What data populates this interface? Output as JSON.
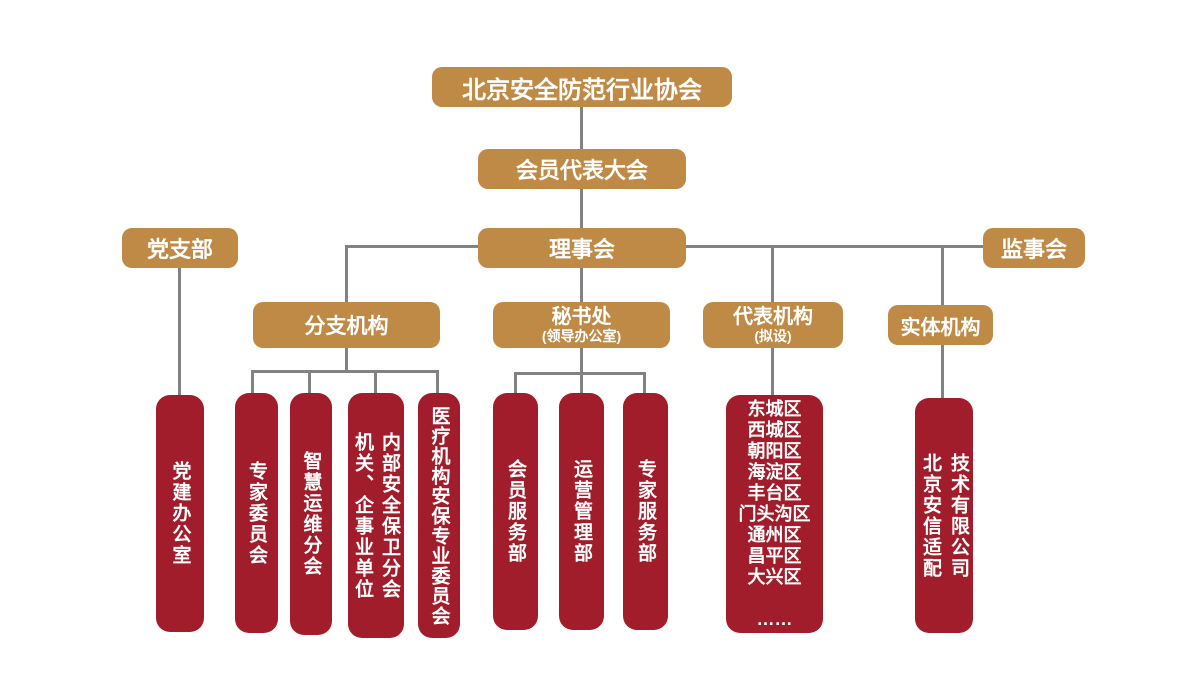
{
  "colors": {
    "gold": "#BE8A45",
    "red": "#A21D2B",
    "line_gray": "#828282",
    "text": "#FFFFFF",
    "background": "#FFFFFF"
  },
  "nodes": {
    "association": {
      "label": "北京安全防范行业协会"
    },
    "member_congress": {
      "label": "会员代表大会"
    },
    "council": {
      "label": "理事会"
    },
    "party_branch": {
      "label": "党支部"
    },
    "board_of_supervisors": {
      "label": "监事会"
    },
    "branch_orgs": {
      "label": "分支机构"
    },
    "secretariat": {
      "label": "秘书处",
      "sublabel": "(领导办公室)"
    },
    "representative_orgs": {
      "label": "代表机构",
      "sublabel": "(拟设)"
    },
    "entity_orgs": {
      "label": "实体机构"
    },
    "party_office": {
      "label": "党建办公室"
    },
    "expert_committee": {
      "label": "专家委员会"
    },
    "smart_om_branch": {
      "label": "智慧运维分会"
    },
    "internal_security_branch": {
      "label": "机关、企事业单位\n内部安全保卫分会"
    },
    "medical_security_committee": {
      "label": "医疗机构安保专业委员会"
    },
    "member_service_dept": {
      "label": "会员服务部"
    },
    "operation_mgmt_dept": {
      "label": "运营管理部"
    },
    "expert_service_dept": {
      "label": "专家服务部"
    },
    "district_representatives": {
      "label": "东城区\n西城区\n朝阳区\n海淀区\n丰台区\n门头沟区\n通州区\n昌平区\n大兴区\n\n……"
    },
    "anxin_company": {
      "label": "北京安信适配\n技术有限公司"
    }
  }
}
